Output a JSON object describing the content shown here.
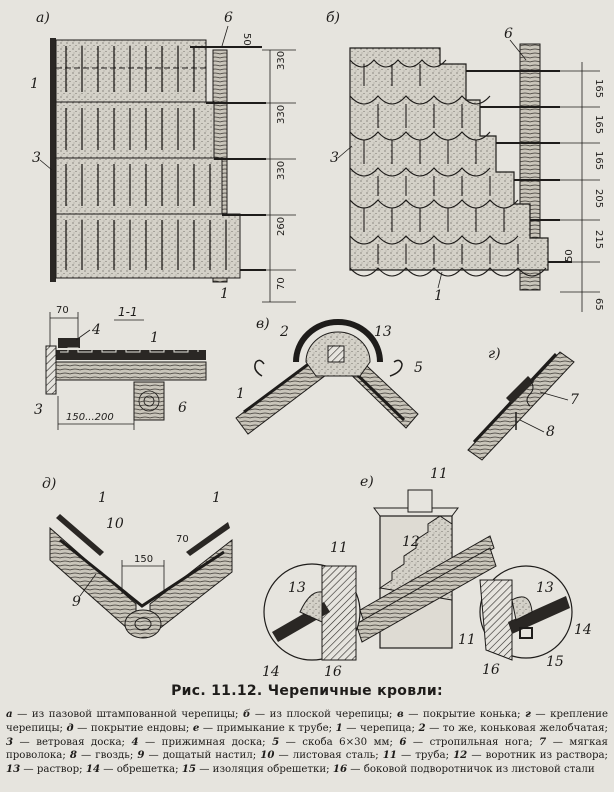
{
  "figure": {
    "number": "Рис. 11.12.",
    "title": "Черепичные кровли:"
  },
  "panels": {
    "a": "а)",
    "b": "б)",
    "v": "в)",
    "g": "г)",
    "d": "д)",
    "e": "е)",
    "section": "1-1"
  },
  "dimensions": {
    "a_top": "50",
    "a_rows": [
      "330",
      "330",
      "330",
      "260",
      "70"
    ],
    "b_rows": [
      "165",
      "165",
      "165",
      "205",
      "215",
      "65"
    ],
    "b_small": "50",
    "section_width": "70",
    "section_span": "150...200",
    "d_width": "150",
    "d_right": "70"
  },
  "callouts": {
    "n1": "1",
    "n2": "2",
    "n3": "3",
    "n4": "4",
    "n5": "5",
    "n6": "6",
    "n7": "7",
    "n8": "8",
    "n9": "9",
    "n10": "10",
    "n11": "11",
    "n12": "12",
    "n13": "13",
    "n14": "14",
    "n15": "15",
    "n16": "16"
  },
  "legend": [
    {
      "key": "а",
      "text": "из пазовой штампованной черепицы;"
    },
    {
      "key": "б",
      "text": "из плоской черепицы;"
    },
    {
      "key": "в",
      "text": "покрытие конька;"
    },
    {
      "key": "г",
      "text": "крепление черепицы;"
    },
    {
      "key": "д",
      "text": "покрытие ендовы;"
    },
    {
      "key": "е",
      "text": "примыкание к трубе;"
    },
    {
      "key": "1",
      "text": "черепица;"
    },
    {
      "key": "2",
      "text": "то же, коньковая желобчатая;"
    },
    {
      "key": "3",
      "text": "ветровая доска;"
    },
    {
      "key": "4",
      "text": "прижимная доска;"
    },
    {
      "key": "5",
      "text": "скоба 6×30 мм;"
    },
    {
      "key": "6",
      "text": "стропильная нога;"
    },
    {
      "key": "7",
      "text": "мягкая проволока;"
    },
    {
      "key": "8",
      "text": "гвоздь;"
    },
    {
      "key": "9",
      "text": "дощатый настил;"
    },
    {
      "key": "10",
      "text": "листовая сталь;"
    },
    {
      "key": "11",
      "text": "труба;"
    },
    {
      "key": "12",
      "text": "воротник из раствора;"
    },
    {
      "key": "13",
      "text": "раствор;"
    },
    {
      "key": "14",
      "text": "обрешетка;"
    },
    {
      "key": "15",
      "text": "изоляция обрешетки;"
    },
    {
      "key": "16",
      "text": "боковой подворотничок из листовой стали"
    }
  ],
  "colors": {
    "ink": "#1e1c1a",
    "paper": "#e6e4de",
    "tile": "#cfccc3"
  }
}
